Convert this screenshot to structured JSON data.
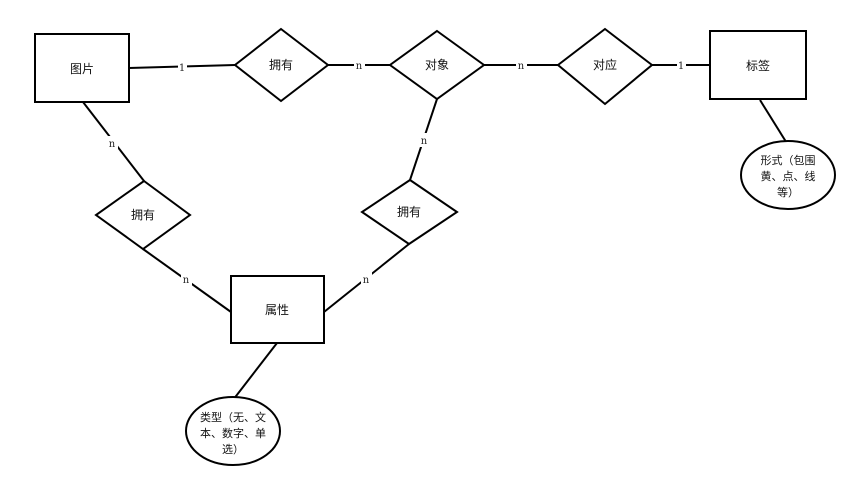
{
  "entities": {
    "picture": "图片",
    "object": "对象",
    "tag": "标签",
    "attribute": "属性"
  },
  "relationships": {
    "picture_object": "拥有",
    "object_tag": "对应",
    "picture_attribute": "拥有",
    "object_attribute": "拥有"
  },
  "attributes": {
    "tag_form": [
      "形式（包围",
      "黄、点、线",
      "等）"
    ],
    "attribute_type": [
      "类型（无、文",
      "本、数字、单",
      "选）"
    ]
  },
  "cardinalities": {
    "picture_owns": "1",
    "owns_object": "n",
    "object_corresponds": "n",
    "corresponds_tag": "1",
    "picture_owns_attr": "n",
    "owns_attr_attribute": "n",
    "object_owns_attr": "n",
    "owns_attr_attribute2": "n"
  }
}
